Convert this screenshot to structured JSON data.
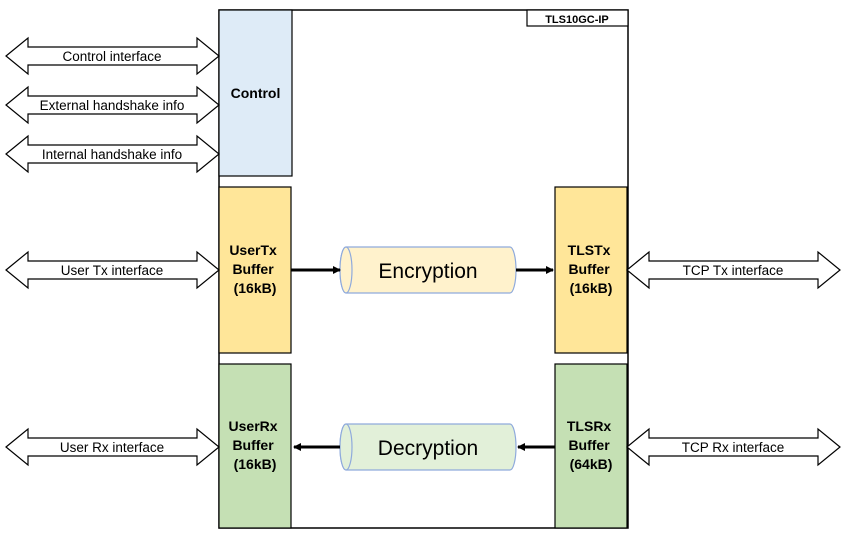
{
  "ip_title": "TLS10GC-IP",
  "blocks": {
    "control": "Control",
    "user_tx": [
      "UserTx",
      "Buffer",
      "(16kB)"
    ],
    "tls_tx": [
      "TLSTx",
      "Buffer",
      "(16kB)"
    ],
    "user_rx": [
      "UserRx",
      "Buffer",
      "(16kB)"
    ],
    "tls_rx": [
      "TLSRx",
      "Buffer",
      "(64kB)"
    ]
  },
  "engines": {
    "encryption": "Encryption",
    "decryption": "Decryption"
  },
  "interfaces": {
    "control": "Control interface",
    "external_handshake": "External handshake info",
    "internal_handshake": "Internal handshake info",
    "user_tx": "User Tx interface",
    "user_rx": "User Rx interface",
    "tcp_tx": "TCP Tx interface",
    "tcp_rx": "TCP Rx interface"
  },
  "colors": {
    "control_fill": "#DEEBF7",
    "tx_buffer_fill": "#FFE699",
    "encryption_fill": "#FFF2CC",
    "rx_buffer_fill": "#C5E0B4",
    "decryption_fill": "#E2F0D9",
    "outline": "#000000"
  }
}
